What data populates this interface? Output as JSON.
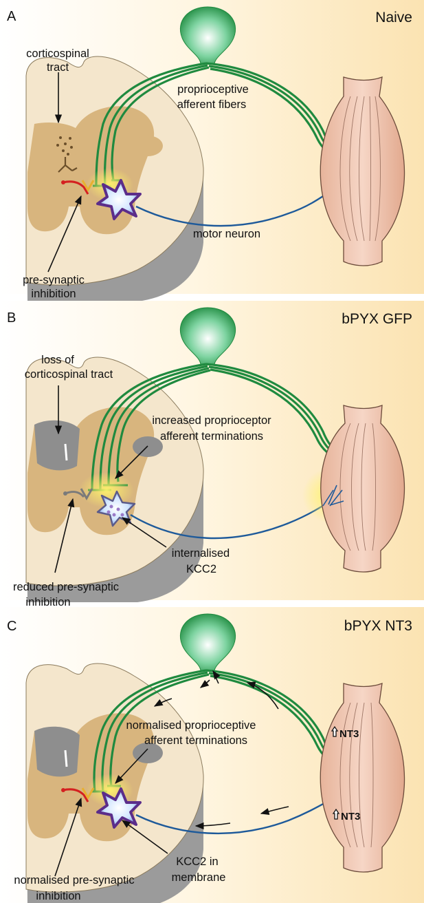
{
  "panels": [
    {
      "letter": "A",
      "title": "Naive",
      "labels": {
        "cst_1": "corticospinal",
        "cst_2": "tract",
        "fibers_1": "proprioceptive",
        "fibers_2": "afferent fibers",
        "motor": "motor neuron",
        "psi_1": "pre-synaptic",
        "psi_2": "inhibition"
      }
    },
    {
      "letter": "B",
      "title": "bPYX GFP",
      "labels": {
        "cst_1": "loss of",
        "cst_2": "corticospinal tract",
        "term_1": "increased proprioceptor",
        "term_2": "afferent terminations",
        "kcc2_1": "internalised",
        "kcc2_2": "KCC2",
        "psi_1": "reduced pre-synaptic",
        "psi_2": "inhibition"
      }
    },
    {
      "letter": "C",
      "title": "bPYX NT3",
      "labels": {
        "term_1": "normalised proprioceptive",
        "term_2": "afferent terminations",
        "kcc2_1": "KCC2 in",
        "kcc2_2": "membrane",
        "psi_1": "normalised pre-synaptic",
        "psi_2": "inhibition",
        "nt3_top": "NT3",
        "nt3_bottom": "NT3"
      }
    }
  ],
  "colors": {
    "background": "#fbe7bb",
    "cord_white_matter": "#f4e6cc",
    "cord_grey_matter": "#d8b57e",
    "cord_side": "#9b9b9b",
    "afferent": "#1f8a3f",
    "motor_axon": "#1e5a9a",
    "inhibitory": "#d42020",
    "motor_neuron": "#5b2d8a",
    "muscle": "#f0c7b4"
  }
}
